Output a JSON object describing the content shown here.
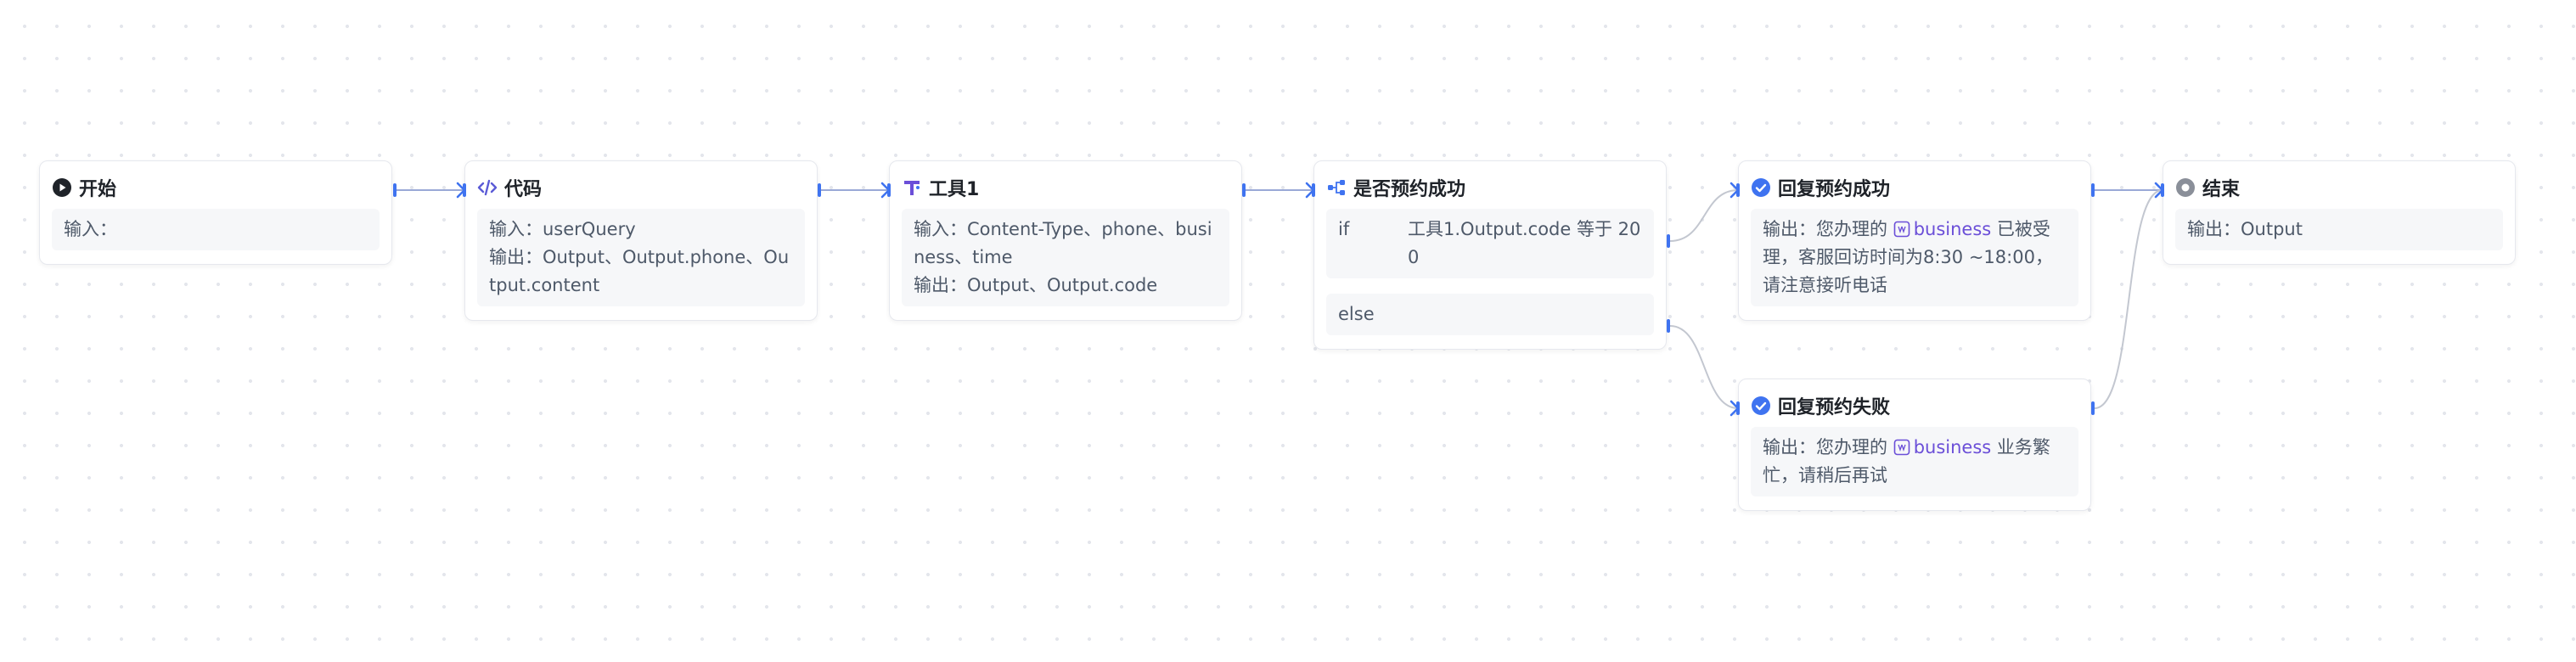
{
  "nodes": {
    "start": {
      "title": "开始",
      "input": "输入："
    },
    "code": {
      "title": "代码",
      "input": "输入：userQuery",
      "output": "输出：Output、Output.phone、Output.content"
    },
    "tool": {
      "title": "工具1",
      "input": "输入：Content-Type、phone、business、time",
      "output": "输出：Output、Output.code"
    },
    "branch": {
      "title": "是否预约成功",
      "if_key": "if",
      "if_value": "工具1.Output.code 等于 200",
      "else_key": "else"
    },
    "reply_success": {
      "title": "回复预约成功",
      "prefix": "输出：您办理的 ",
      "variable": "business",
      "suffix": " 已被受理，客服回访时间为8:30 ~18:00，请注意接听电话"
    },
    "reply_fail": {
      "title": "回复预约失败",
      "prefix": "输出：您办理的 ",
      "variable": "business",
      "suffix": " 业务繁忙，请稍后再试"
    },
    "end": {
      "title": "结束",
      "output": "输出：Output"
    }
  },
  "icons": {
    "start": "play-circle-icon",
    "code": "code-icon",
    "tool": "tool-icon",
    "branch": "branch-icon",
    "reply": "check-circle-icon",
    "end": "stop-circle-icon",
    "variable": "variable-icon"
  },
  "colors": {
    "edge": "#c3c7d0",
    "handle": "#3f73f0",
    "reply_icon": "#3f73f0",
    "variable": "#6b4fd8",
    "code_icon": "#5b5bd6",
    "tool_icon": "#6b4fd8"
  }
}
